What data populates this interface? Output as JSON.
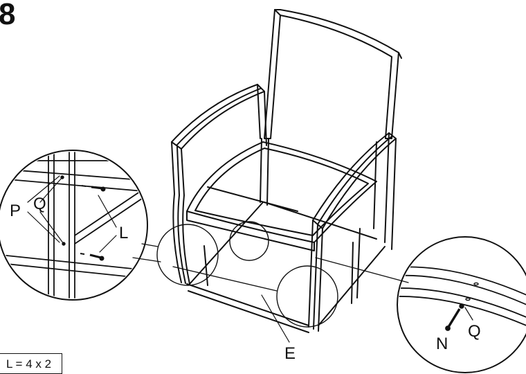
{
  "step_number": "8",
  "labels": {
    "P": "P",
    "Q_left": "Q",
    "L": "L",
    "E": "E",
    "N": "N",
    "Q_right": "Q"
  },
  "quantity_note": "L = 4 x 2",
  "colors": {
    "ink": "#111111",
    "paper": "#ffffff"
  }
}
